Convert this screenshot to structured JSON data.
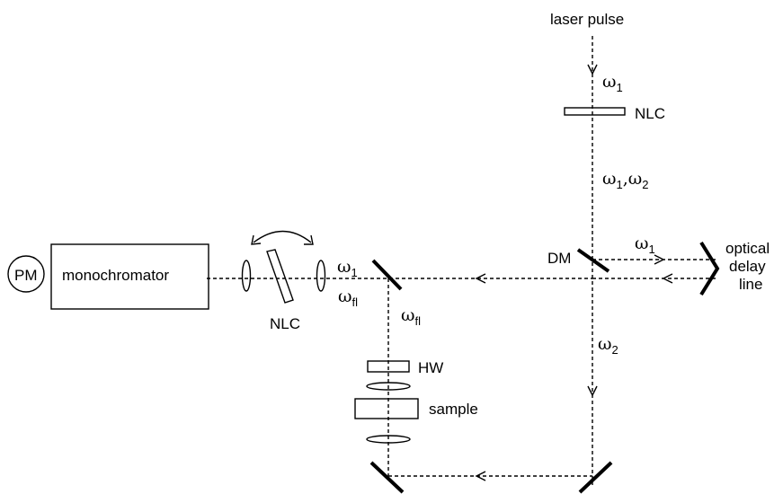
{
  "labels": {
    "laser_pulse": "laser pulse",
    "nlc_top": "NLC",
    "nlc_left": "NLC",
    "dm": "DM",
    "optical_delay_line": [
      "optical",
      "delay",
      "line"
    ],
    "monochromator": "monochromator",
    "pm": "PM",
    "hw": "HW",
    "sample": "sample"
  },
  "symbols": {
    "omega": "ω",
    "sub_1": "1",
    "sub_2": "2",
    "sub_fl": "fl",
    "comma": ","
  }
}
